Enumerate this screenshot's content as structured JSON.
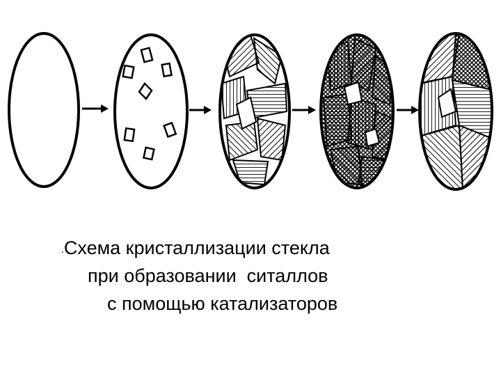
{
  "diagram": {
    "stages": [
      {
        "name": "glass",
        "fill": "empty"
      },
      {
        "name": "nucleation",
        "fill": "crystal-nuclei"
      },
      {
        "name": "crystal-growth",
        "fill": "hatched-crystals"
      },
      {
        "name": "dense-growth",
        "fill": "dense-hatched-crystals"
      },
      {
        "name": "sitall",
        "fill": "full-crystalline"
      }
    ],
    "arrows": 4,
    "colors": {
      "stroke": "#000000",
      "background": "#ffffff"
    }
  },
  "caption": {
    "bullet": ".",
    "line1": "Схема кристаллизации стекла",
    "line2": "при образовании  ситаллов",
    "line3": "с помощью катализаторов"
  }
}
